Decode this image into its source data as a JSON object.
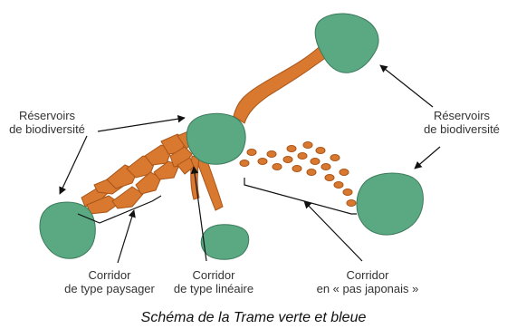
{
  "labels": {
    "reservoirs_left_line1": "Réservoirs",
    "reservoirs_left_line2": "de biodiversité",
    "reservoirs_right_line1": "Réservoirs",
    "reservoirs_right_line2": "de biodiversité",
    "corridor_paysager_line1": "Corridor",
    "corridor_paysager_line2": "de type paysager",
    "corridor_lineaire_line1": "Corridor",
    "corridor_lineaire_line2": "de type linéaire",
    "corridor_japonais_line1": "Corridor",
    "corridor_japonais_line2": "en « pas japonais »"
  },
  "caption": "Schéma de la Trame verte et bleue",
  "colors": {
    "reservoir": "#5aa982",
    "corridor": "#d9782f"
  }
}
